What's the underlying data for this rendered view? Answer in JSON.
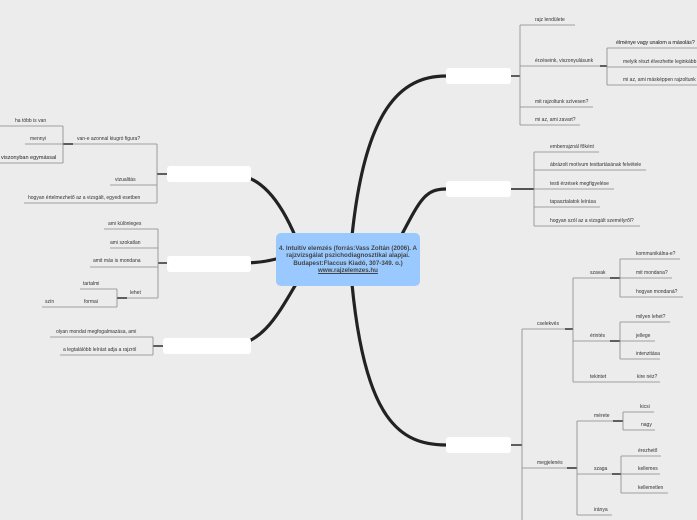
{
  "colors": {
    "center": "#99c9ff",
    "background": "#ececec",
    "node": "#ffffff",
    "connector": "#222222",
    "branch": "#888888"
  },
  "center": {
    "title": "4. Intuitív elemzés  (forrás:Vass Zoltán (2006). A rajzvizsgálat pszichodiagnosztikai alapjai. Budapest:Flaccus Kiadó, 307-349. o.)",
    "link": "www.rajzelemzes.hu"
  },
  "right_top": {
    "items": [
      "rajz lendülete",
      "érzéseink, viszonyulásunk",
      "mit rajzoltunk szívesen?",
      "mi az, ami zavart?"
    ],
    "sub": [
      "élménye vagy unalom a másolás?",
      "melyik részt élvezhette leginkább",
      "mi az, ami másképpen rajzoltunk"
    ]
  },
  "right_mid": {
    "items": [
      "emberrajznál főként",
      "ábrázolt motívum testtartásának felvétele",
      "testi érzések megfigyelése",
      "tapasztalatok leírása",
      "hogyan szól az a vizsgált személyről?"
    ]
  },
  "right_bottom": {
    "cselekves": "cselekvés",
    "szavak": "szavak",
    "szavak_sub": [
      "kommunikálna-e?",
      "mit mondana?",
      "hogyan mondaná?"
    ],
    "erintes": "érintés",
    "erintes_sub": [
      "milyen lehet?",
      "jellege",
      "intenzitása"
    ],
    "tekintet": "tekintet",
    "tekintet_sub": "kire néz?",
    "megjelenes": "megjelenés",
    "merete": "mérete",
    "merete_sub": [
      "kicsi",
      "nagy"
    ],
    "szaga": "szaga",
    "szaga_sub": [
      "érezhető",
      "kellemes",
      "kellemetlen"
    ],
    "iranya": "iránya"
  },
  "left_top": {
    "question": "van-e azonnal kiugró figura?",
    "sub": [
      "ha több is van",
      "mennyi",
      "viszonyban egymással"
    ],
    "vizualitas": "vizualitás",
    "hogyan": "hogyan értelmezhető az a vizsgált, egyedi esetben"
  },
  "left_mid": {
    "items": [
      "ami különleges",
      "ami szokatlan",
      "amit más is mondana",
      "lehet"
    ],
    "lehet_sub": [
      "tartalmi",
      "formai"
    ],
    "formai_sub": "szín"
  },
  "left_bottom": {
    "items": [
      "olyan mondat megfogalmazása, ami",
      "a legtalálóbb leírást adja a rajzról"
    ]
  }
}
